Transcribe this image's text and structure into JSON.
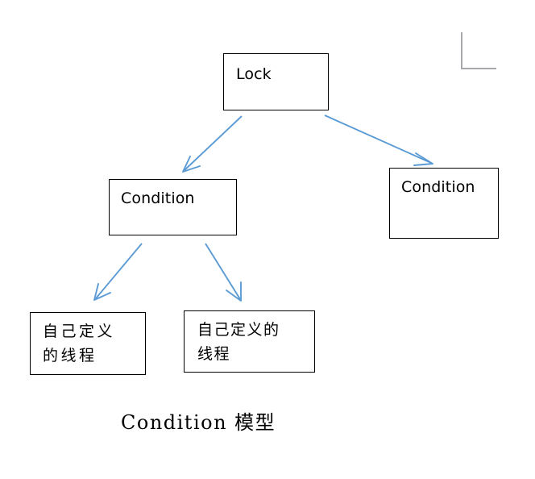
{
  "diagram": {
    "caption": "Condition 模型",
    "accent_color": "#5b9bd5",
    "node_border_color": "#000000",
    "corner_mark_color": "#a6a8ab",
    "background_color": "#ffffff",
    "nodes": [
      {
        "id": "lock",
        "label": "Lock"
      },
      {
        "id": "condition-left",
        "label": "Condition"
      },
      {
        "id": "condition-right",
        "label": "Condition"
      },
      {
        "id": "thread-left",
        "label": "自己定义\n的线程"
      },
      {
        "id": "thread-right",
        "label": "自己定义的\n线程"
      }
    ],
    "edges": [
      {
        "id": "lock-to-condition-left",
        "from": "lock",
        "to": "condition-left"
      },
      {
        "id": "lock-to-condition-right",
        "from": "lock",
        "to": "condition-right"
      },
      {
        "id": "condition-left-to-thread-left",
        "from": "condition-left",
        "to": "thread-left"
      },
      {
        "id": "condition-left-to-thread-right",
        "from": "condition-left",
        "to": "thread-right"
      }
    ]
  }
}
